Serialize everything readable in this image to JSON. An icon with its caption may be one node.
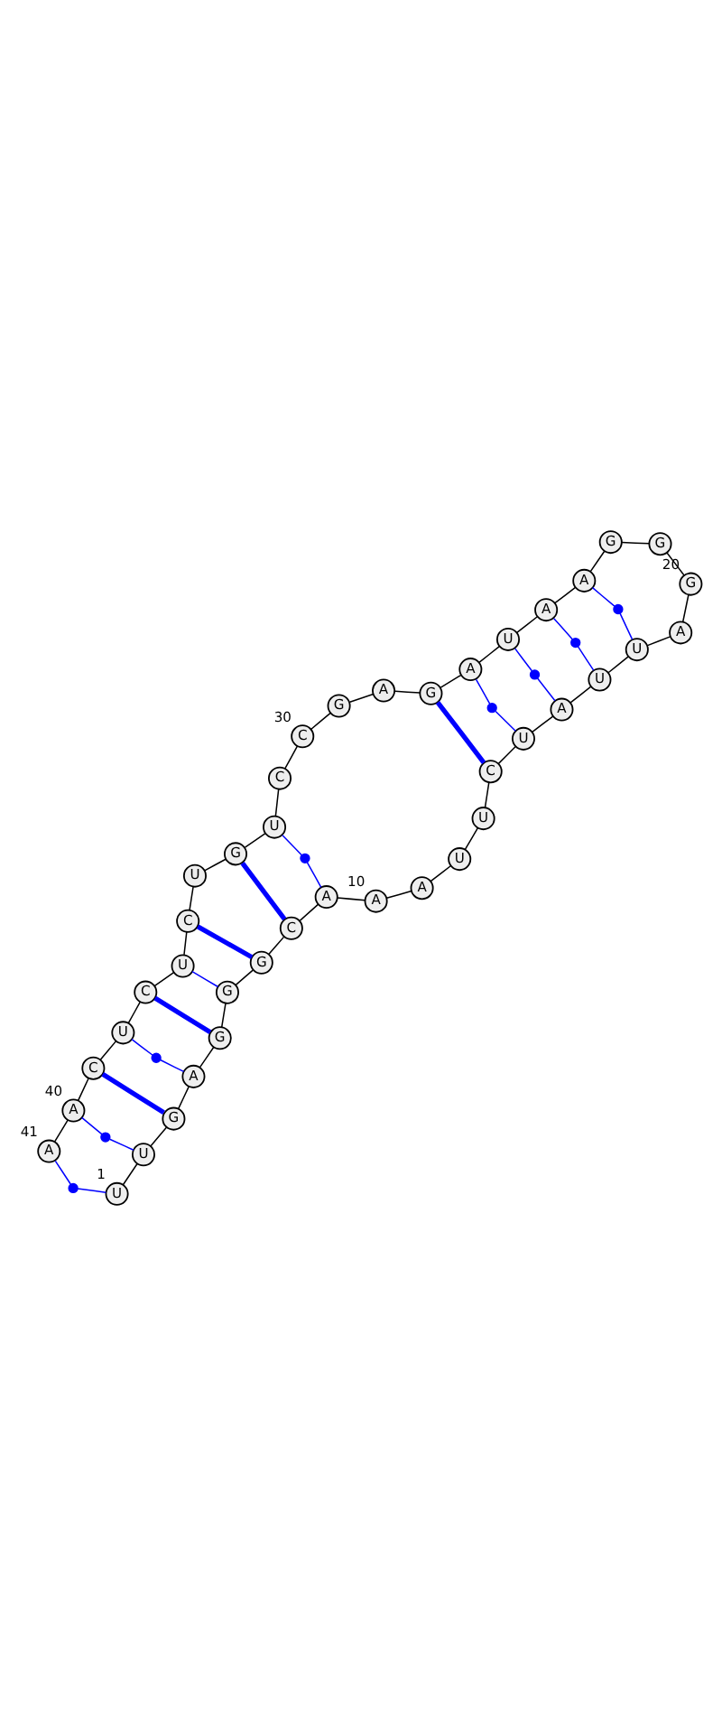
{
  "diagram": {
    "nodes": [
      {
        "text": [
          "U"
        ],
        "beside": [
          "1"
        ]
      },
      {
        "text": [
          "U"
        ]
      },
      {
        "text": [
          "G"
        ]
      },
      {
        "text": [
          "A"
        ]
      },
      {
        "text": [
          "G"
        ]
      },
      {
        "text": [
          "G"
        ]
      },
      {
        "text": [
          "G"
        ]
      },
      {
        "text": [
          "C"
        ]
      },
      {
        "text": [
          "A"
        ]
      },
      {
        "text": [
          "A"
        ],
        "beside": [
          "10"
        ]
      },
      {
        "text": [
          "A"
        ]
      },
      {
        "text": [
          "U"
        ]
      },
      {
        "text": [
          "U"
        ]
      },
      {
        "text": [
          "C"
        ]
      },
      {
        "text": [
          "U"
        ]
      },
      {
        "text": [
          "A"
        ]
      },
      {
        "text": [
          "U"
        ]
      },
      {
        "text": [
          "U"
        ]
      },
      {
        "text": [
          "A"
        ]
      },
      {
        "text": [
          "G"
        ],
        "beside": [
          "20"
        ]
      },
      {
        "text": [
          "G"
        ]
      },
      {
        "text": [
          "G"
        ]
      },
      {
        "text": [
          "A"
        ]
      },
      {
        "text": [
          "A"
        ]
      },
      {
        "text": [
          "U"
        ]
      },
      {
        "text": [
          "A"
        ]
      },
      {
        "text": [
          "G"
        ]
      },
      {
        "text": [
          "A"
        ]
      },
      {
        "text": [
          "G"
        ]
      },
      {
        "text": [
          "C"
        ],
        "beside": [
          "30"
        ]
      },
      {
        "text": [
          "C"
        ]
      },
      {
        "text": [
          "U"
        ]
      },
      {
        "text": [
          "G"
        ]
      },
      {
        "text": [
          "U"
        ]
      },
      {
        "text": [
          "C"
        ]
      },
      {
        "text": [
          "U"
        ]
      },
      {
        "text": [
          "C"
        ]
      },
      {
        "text": [
          "U"
        ]
      },
      {
        "text": [
          "C"
        ]
      },
      {
        "text": [
          "A"
        ],
        "beside": [
          "40"
        ]
      },
      {
        "text": [
          "A"
        ],
        "beside": [
          "41"
        ]
      },
      {
        "text": [],
        "shape": "circle"
      },
      {
        "text": [],
        "shape": "circle"
      },
      {
        "text": [],
        "shape": "circle"
      },
      {
        "text": [],
        "shape": "circle"
      },
      {
        "text": [],
        "shape": "circle"
      },
      {
        "text": [],
        "shape": "circle"
      },
      {
        "text": [],
        "shape": "circle"
      },
      {
        "text": [],
        "shape": "circle"
      }
    ],
    "edges": [
      {
        "from": 0,
        "to": 1,
        "arrow": "none"
      },
      {
        "from": 1,
        "to": 2,
        "arrow": "none"
      },
      {
        "from": 2,
        "to": 3,
        "arrow": "none"
      },
      {
        "from": 3,
        "to": 4,
        "arrow": "none"
      },
      {
        "from": 4,
        "to": 5,
        "arrow": "none"
      },
      {
        "from": 5,
        "to": 6,
        "arrow": "none"
      },
      {
        "from": 6,
        "to": 7,
        "arrow": "none"
      },
      {
        "from": 7,
        "to": 8,
        "arrow": "none"
      },
      {
        "from": 8,
        "to": 9,
        "arrow": "none"
      },
      {
        "from": 9,
        "to": 10,
        "arrow": "none"
      },
      {
        "from": 10,
        "to": 11,
        "arrow": "none"
      },
      {
        "from": 11,
        "to": 12,
        "arrow": "none"
      },
      {
        "from": 12,
        "to": 13,
        "arrow": "none"
      },
      {
        "from": 13,
        "to": 14,
        "arrow": "none"
      },
      {
        "from": 14,
        "to": 15,
        "arrow": "none"
      },
      {
        "from": 15,
        "to": 16,
        "arrow": "none"
      },
      {
        "from": 16,
        "to": 17,
        "arrow": "none"
      },
      {
        "from": 17,
        "to": 18,
        "arrow": "none"
      },
      {
        "from": 18,
        "to": 19,
        "arrow": "none"
      },
      {
        "from": 19,
        "to": 20,
        "arrow": "none"
      },
      {
        "from": 20,
        "to": 21,
        "arrow": "none"
      },
      {
        "from": 21,
        "to": 22,
        "arrow": "none"
      },
      {
        "from": 22,
        "to": 23,
        "arrow": "none"
      },
      {
        "from": 23,
        "to": 24,
        "arrow": "none"
      },
      {
        "from": 24,
        "to": 25,
        "arrow": "none"
      },
      {
        "from": 25,
        "to": 26,
        "arrow": "none"
      },
      {
        "from": 26,
        "to": 27,
        "arrow": "none"
      },
      {
        "from": 27,
        "to": 28,
        "arrow": "none"
      },
      {
        "from": 28,
        "to": 29,
        "arrow": "none"
      },
      {
        "from": 29,
        "to": 30,
        "arrow": "none"
      },
      {
        "from": 30,
        "to": 31,
        "arrow": "none"
      },
      {
        "from": 31,
        "to": 32,
        "arrow": "none"
      },
      {
        "from": 32,
        "to": 33,
        "arrow": "none"
      },
      {
        "from": 33,
        "to": 34,
        "arrow": "none"
      },
      {
        "from": 34,
        "to": 35,
        "arrow": "none"
      },
      {
        "from": 35,
        "to": 36,
        "arrow": "none"
      },
      {
        "from": 36,
        "to": 37,
        "arrow": "none"
      },
      {
        "from": 37,
        "to": 38,
        "arrow": "none"
      },
      {
        "from": 38,
        "to": 39,
        "arrow": "none"
      },
      {
        "from": 39,
        "to": 40,
        "arrow": "none"
      },
      {
        "from": 0,
        "to": 41,
        "arrow": "none",
        "color": "#0000ff"
      },
      {
        "from": 41,
        "to": 40,
        "arrow": "none",
        "color": "#0000ff"
      },
      {
        "from": 1,
        "to": 42,
        "arrow": "none",
        "color": "#0000ff"
      },
      {
        "from": 42,
        "to": 39,
        "arrow": "none",
        "color": "#0000ff"
      },
      {
        "from": 2,
        "to": 38,
        "arrow": "none",
        "style": "thick",
        "color": "#0000ff"
      },
      {
        "from": 3,
        "to": 43,
        "arrow": "none",
        "color": "#0000ff"
      },
      {
        "from": 43,
        "to": 37,
        "arrow": "none",
        "color": "#0000ff"
      },
      {
        "from": 4,
        "to": 36,
        "arrow": "none",
        "style": "thick",
        "color": "#0000ff"
      },
      {
        "from": 5,
        "to": 35,
        "arrow": "none",
        "color": "#0000ff"
      },
      {
        "from": 6,
        "to": 34,
        "arrow": "none",
        "style": "thick",
        "color": "#0000ff"
      },
      {
        "from": 7,
        "to": 32,
        "arrow": "none",
        "style": "thick",
        "color": "#0000ff"
      },
      {
        "from": 8,
        "to": 44,
        "arrow": "none",
        "color": "#0000ff"
      },
      {
        "from": 44,
        "to": 31,
        "arrow": "none",
        "color": "#0000ff"
      },
      {
        "from": 13,
        "to": 26,
        "arrow": "none",
        "style": "thick",
        "color": "#0000ff"
      },
      {
        "from": 14,
        "to": 45,
        "arrow": "none",
        "color": "#0000ff"
      },
      {
        "from": 45,
        "to": 25,
        "arrow": "none",
        "color": "#0000ff"
      },
      {
        "from": 15,
        "to": 46,
        "arrow": "none",
        "color": "#0000ff"
      },
      {
        "from": 46,
        "to": 24,
        "arrow": "none",
        "color": "#0000ff"
      },
      {
        "from": 16,
        "to": 47,
        "arrow": "none",
        "color": "#0000ff"
      },
      {
        "from": 47,
        "to": 23,
        "arrow": "none",
        "color": "#0000ff"
      },
      {
        "from": 17,
        "to": 48,
        "arrow": "none",
        "color": "#0000ff"
      },
      {
        "from": 48,
        "to": 22,
        "arrow": "none",
        "color": "#0000ff"
      }
    ]
  }
}
